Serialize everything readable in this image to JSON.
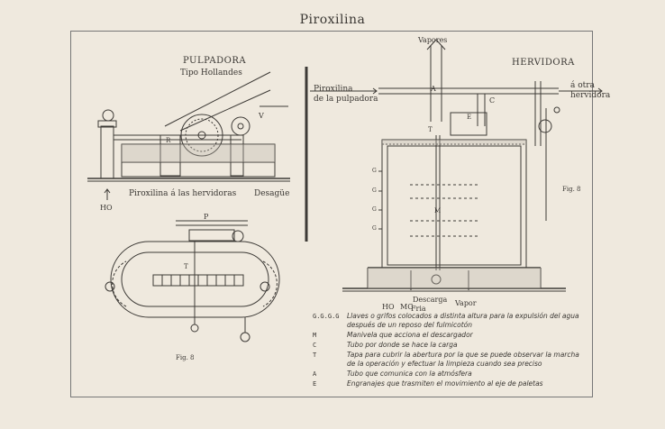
{
  "title": "Piroxilina",
  "pulpadora": {
    "heading": "PULPADORA",
    "subheading": "Tipo Hollandes",
    "caption_left": "Piroxilina á las hervidoras",
    "caption_right": "Desagüe",
    "mark_ho": "HO",
    "mark_v": "V",
    "mark_p": "P",
    "mark_r": "R",
    "mark_t": "T",
    "fig_label": "Fig. 8"
  },
  "hervidora": {
    "heading": "HERVIDORA",
    "vapores": "Vapores",
    "piroxilina_line1": "Piroxilina",
    "piroxilina_line2": "de la pulpadora",
    "otra_line1": "á otra",
    "otra_line2": "hervidora",
    "mark_a": "A",
    "mark_c": "C",
    "mark_e": "E",
    "mark_t": "T",
    "mark_m": "M",
    "mark_g": "G",
    "fig_label": "Fig. 8",
    "bottom_ho": "HO",
    "bottom_mc": "MC",
    "descarga": "Descarga",
    "fria": "Fria",
    "vapor": "Vapor"
  },
  "legend": [
    {
      "key": "G.G.G.G",
      "text": "Llaves o grifos colocados a distinta altura para la expulsión del agua después de un reposo del fulmicotón"
    },
    {
      "key": "M",
      "text": "Manivela que acciona el descargador"
    },
    {
      "key": "C",
      "text": "Tubo por donde se hace la carga"
    },
    {
      "key": "T",
      "text": "Tapa para cubrir la abertura por la que se puede observar la marcha de la operación y efectuar la limpieza cuando sea preciso"
    },
    {
      "key": "A",
      "text": "Tubo que comunica con la atmósfera"
    },
    {
      "key": "E",
      "text": "Engranajes que trasmiten el movimiento al eje de paletas"
    }
  ]
}
